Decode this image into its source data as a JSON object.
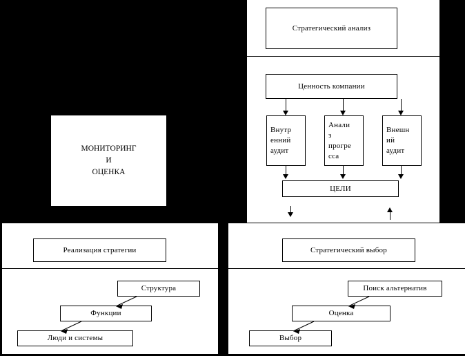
{
  "diagram": {
    "title": "Strategic management cycle diagram",
    "background_color": "#000000",
    "panel_color": "#ffffff",
    "line_color": "#000000",
    "quadrants": {
      "top_left": {
        "name": "monitoring-quadrant"
      },
      "top_right": {
        "name": "strategic-analysis-quadrant"
      },
      "bottom_left": {
        "name": "strategy-implementation-quadrant"
      },
      "bottom_right": {
        "name": "strategic-choice-quadrant"
      }
    },
    "boxes": {
      "strategic_analysis": "Стратегический анализ",
      "company_value": "Ценность компании",
      "internal_audit_l1": "Внутр",
      "internal_audit_l2": "енний",
      "internal_audit_l3": "аудит",
      "progress_analysis_l1": "Анали",
      "progress_analysis_l2": "з",
      "progress_analysis_l3": "прогре",
      "progress_analysis_l4": "сса",
      "external_audit_l1": "Внешн",
      "external_audit_l2": "ий",
      "external_audit_l3": "аудит",
      "goals": "ЦЕЛИ",
      "monitoring_l1": "МОНИТОРИНГ",
      "monitoring_l2": "И",
      "monitoring_l3": "ОЦЕНКА",
      "strategy_implementation": "Реализация стратегии",
      "structure": "Структура",
      "functions": "Функции",
      "people_and_systems": "Люди и системы",
      "strategic_choice": "Стратегический выбор",
      "search_alternatives": "Поиск альтернатив",
      "evaluation": "Оценка",
      "choice": "Выбор"
    },
    "connectors": [
      {
        "name": "value-to-internal-audit",
        "type": "arrow-down"
      },
      {
        "name": "value-to-progress-analysis",
        "type": "arrow-down"
      },
      {
        "name": "value-to-external-audit",
        "type": "arrow-down"
      },
      {
        "name": "internal-audit-to-goals",
        "type": "arrow-down"
      },
      {
        "name": "progress-analysis-to-goals",
        "type": "arrow-down"
      },
      {
        "name": "external-audit-to-goals",
        "type": "arrow-down"
      },
      {
        "name": "goals-outflow-down",
        "type": "arrow-down"
      },
      {
        "name": "goals-inflow-up",
        "type": "arrow-up"
      },
      {
        "name": "structure-to-functions",
        "type": "arrow-diagonal"
      },
      {
        "name": "functions-to-people-and-systems",
        "type": "arrow-diagonal"
      },
      {
        "name": "search-alternatives-to-evaluation",
        "type": "arrow-diagonal"
      },
      {
        "name": "evaluation-to-choice",
        "type": "arrow-diagonal"
      }
    ]
  }
}
